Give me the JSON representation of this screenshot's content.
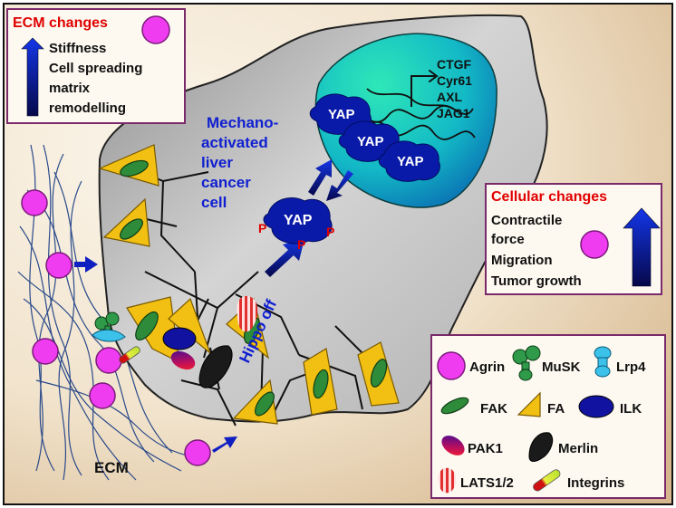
{
  "colors": {
    "background_light": "#f7efe2",
    "background_tan": "#d9bf9a",
    "cell_gray": "#b5b5b5",
    "nucleus_teal": "#22d9b0",
    "yap_blue": "#0a1aa8",
    "phospho_red": "#e00000",
    "title_red": "#e00000",
    "agrin_magenta": "#f03cf0",
    "fak_green": "#2e8b3a",
    "fa_yellow": "#f2c012",
    "lrp4_cyan": "#3cc2ea",
    "merlin_black": "#1a1a1a",
    "label_blue": "#1020d0"
  },
  "ecm_changes": {
    "title": "ECM changes",
    "items": [
      "Stiffness",
      "Cell spreading",
      "matrix",
      "remodelling"
    ],
    "arrow_icon": "up-arrow-gradient-icon"
  },
  "cellular_changes": {
    "title": "Cellular changes",
    "items": [
      "Contractile",
      "force",
      "Migration",
      "Tumor growth"
    ],
    "arrow_icon": "up-arrow-gradient-icon"
  },
  "cell": {
    "label_lines": [
      "Mechano-",
      "activated",
      "liver",
      "cancer",
      "cell"
    ],
    "hippo_label": "Hippo off"
  },
  "nucleus": {
    "yap_labels": [
      "YAP",
      "YAP",
      "YAP"
    ],
    "target_genes": [
      "CTGF",
      "Cyr61",
      "AXL",
      "JAG1"
    ]
  },
  "cytoplasm": {
    "yap_label": "YAP",
    "phospho_labels": [
      "P",
      "P",
      "P"
    ]
  },
  "ecm_label": "ECM",
  "legend": {
    "items": [
      {
        "label": "Agrin",
        "icon": "agrin-icon"
      },
      {
        "label": "MuSK",
        "icon": "musk-icon"
      },
      {
        "label": "Lrp4",
        "icon": "lrp4-icon"
      },
      {
        "label": "FAK",
        "icon": "fak-icon"
      },
      {
        "label": "FA",
        "icon": "fa-icon"
      },
      {
        "label": "ILK",
        "icon": "ilk-icon"
      },
      {
        "label": "PAK1",
        "icon": "pak1-icon"
      },
      {
        "label": "Merlin",
        "icon": "merlin-icon"
      },
      {
        "label": "LATS1/2",
        "icon": "lats-icon"
      },
      {
        "label": "Integrins",
        "icon": "integrins-icon"
      }
    ]
  }
}
